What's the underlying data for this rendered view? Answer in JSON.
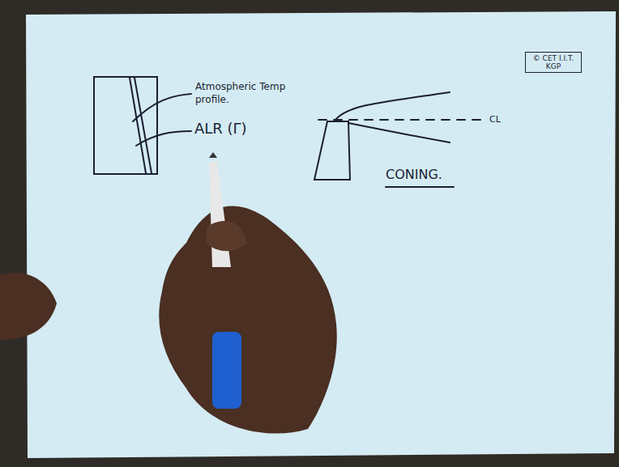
{
  "diagram": {
    "nodes": [
      {
        "text": [
          "© CET I.I.T. KGP"
        ]
      }
    ],
    "labels": [
      "Atmospheric Temp profile.",
      "ALR (Γ)",
      "CL",
      "CONING."
    ]
  }
}
